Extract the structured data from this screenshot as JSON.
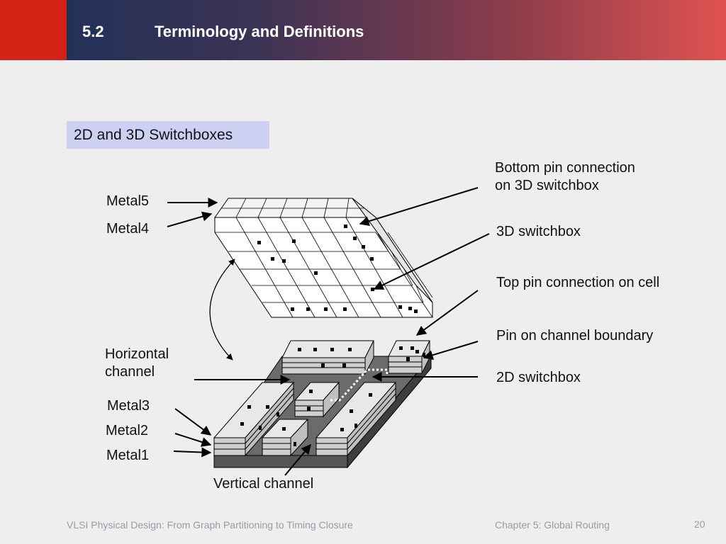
{
  "header": {
    "section_number": "5.2",
    "section_title": "Terminology and Definitions"
  },
  "subtitle": "2D and 3D Switchboxes",
  "labels": {
    "metal5": "Metal5",
    "metal4": "Metal4",
    "horizontal_channel_line1": "Horizontal",
    "horizontal_channel_line2": "channel",
    "metal3": "Metal3",
    "metal2": "Metal2",
    "metal1": "Metal1",
    "vertical_channel": "Vertical channel",
    "bottom_pin_line1": "Bottom pin connection",
    "bottom_pin_line2": "on 3D switchbox",
    "switchbox_3d": "3D switchbox",
    "top_pin": "Top pin connection on cell",
    "pin_channel_boundary": "Pin on channel boundary",
    "switchbox_2d": "2D switchbox"
  },
  "footer": {
    "book_title": "VLSI Physical Design: From Graph Partitioning to Timing Closure",
    "chapter": "Chapter 5: Global Routing",
    "page_number": "20"
  },
  "colors": {
    "header_red": "#d42217",
    "header_navy": "#1b3058",
    "subtitle_bg": "#cdd0f2"
  }
}
